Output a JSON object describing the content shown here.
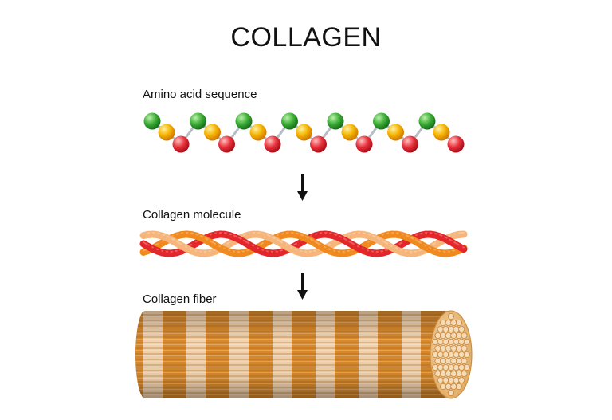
{
  "title": "COLLAGEN",
  "sections": {
    "amino_acid_sequence": "Amino acid sequence",
    "collagen_molecule": "Collagen molecule",
    "collagen_fiber": "Collagen fiber"
  },
  "colors": {
    "green_residue": "#2e9e2e",
    "yellow_residue": "#f2a900",
    "red_residue": "#e02830",
    "strand_red": "#e3262a",
    "strand_orange": "#f08a1e",
    "strand_peach": "#f6b57a",
    "fiber_dark": "#d98a2c",
    "fiber_light": "#f3d3ae"
  },
  "amino_units": 7
}
